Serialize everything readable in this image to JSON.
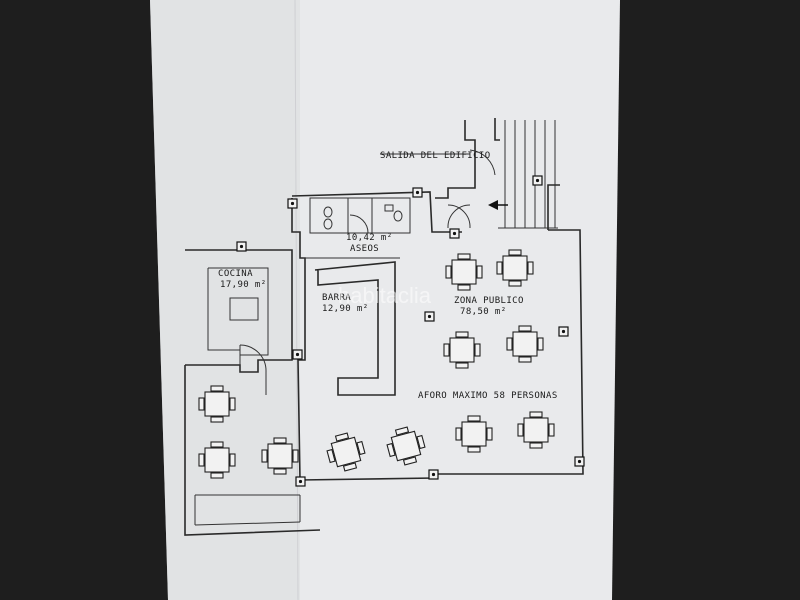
{
  "plan": {
    "exit_label": "SALIDA DEL EDIFICIO",
    "restrooms": {
      "area": "10,42 m²",
      "name": "ASEOS"
    },
    "kitchen": {
      "name": "COCINA",
      "area": "17,90 m²"
    },
    "bar": {
      "name": "BARRA",
      "area": "12,90 m²"
    },
    "public_zone": {
      "name": "ZONA PUBLICO",
      "area": "78,50 m²"
    },
    "capacity": "AFORO MAXIMO 58 PERSONAS",
    "watermark": "habitaclia"
  },
  "colors": {
    "paper": "#e9eaec",
    "background": "#1e1e1e",
    "line": "#2a2a2a"
  },
  "icons": [
    "table-icon",
    "column-icon",
    "toilet-icon",
    "door-swing-icon",
    "stair-icon",
    "arrow-icon"
  ]
}
